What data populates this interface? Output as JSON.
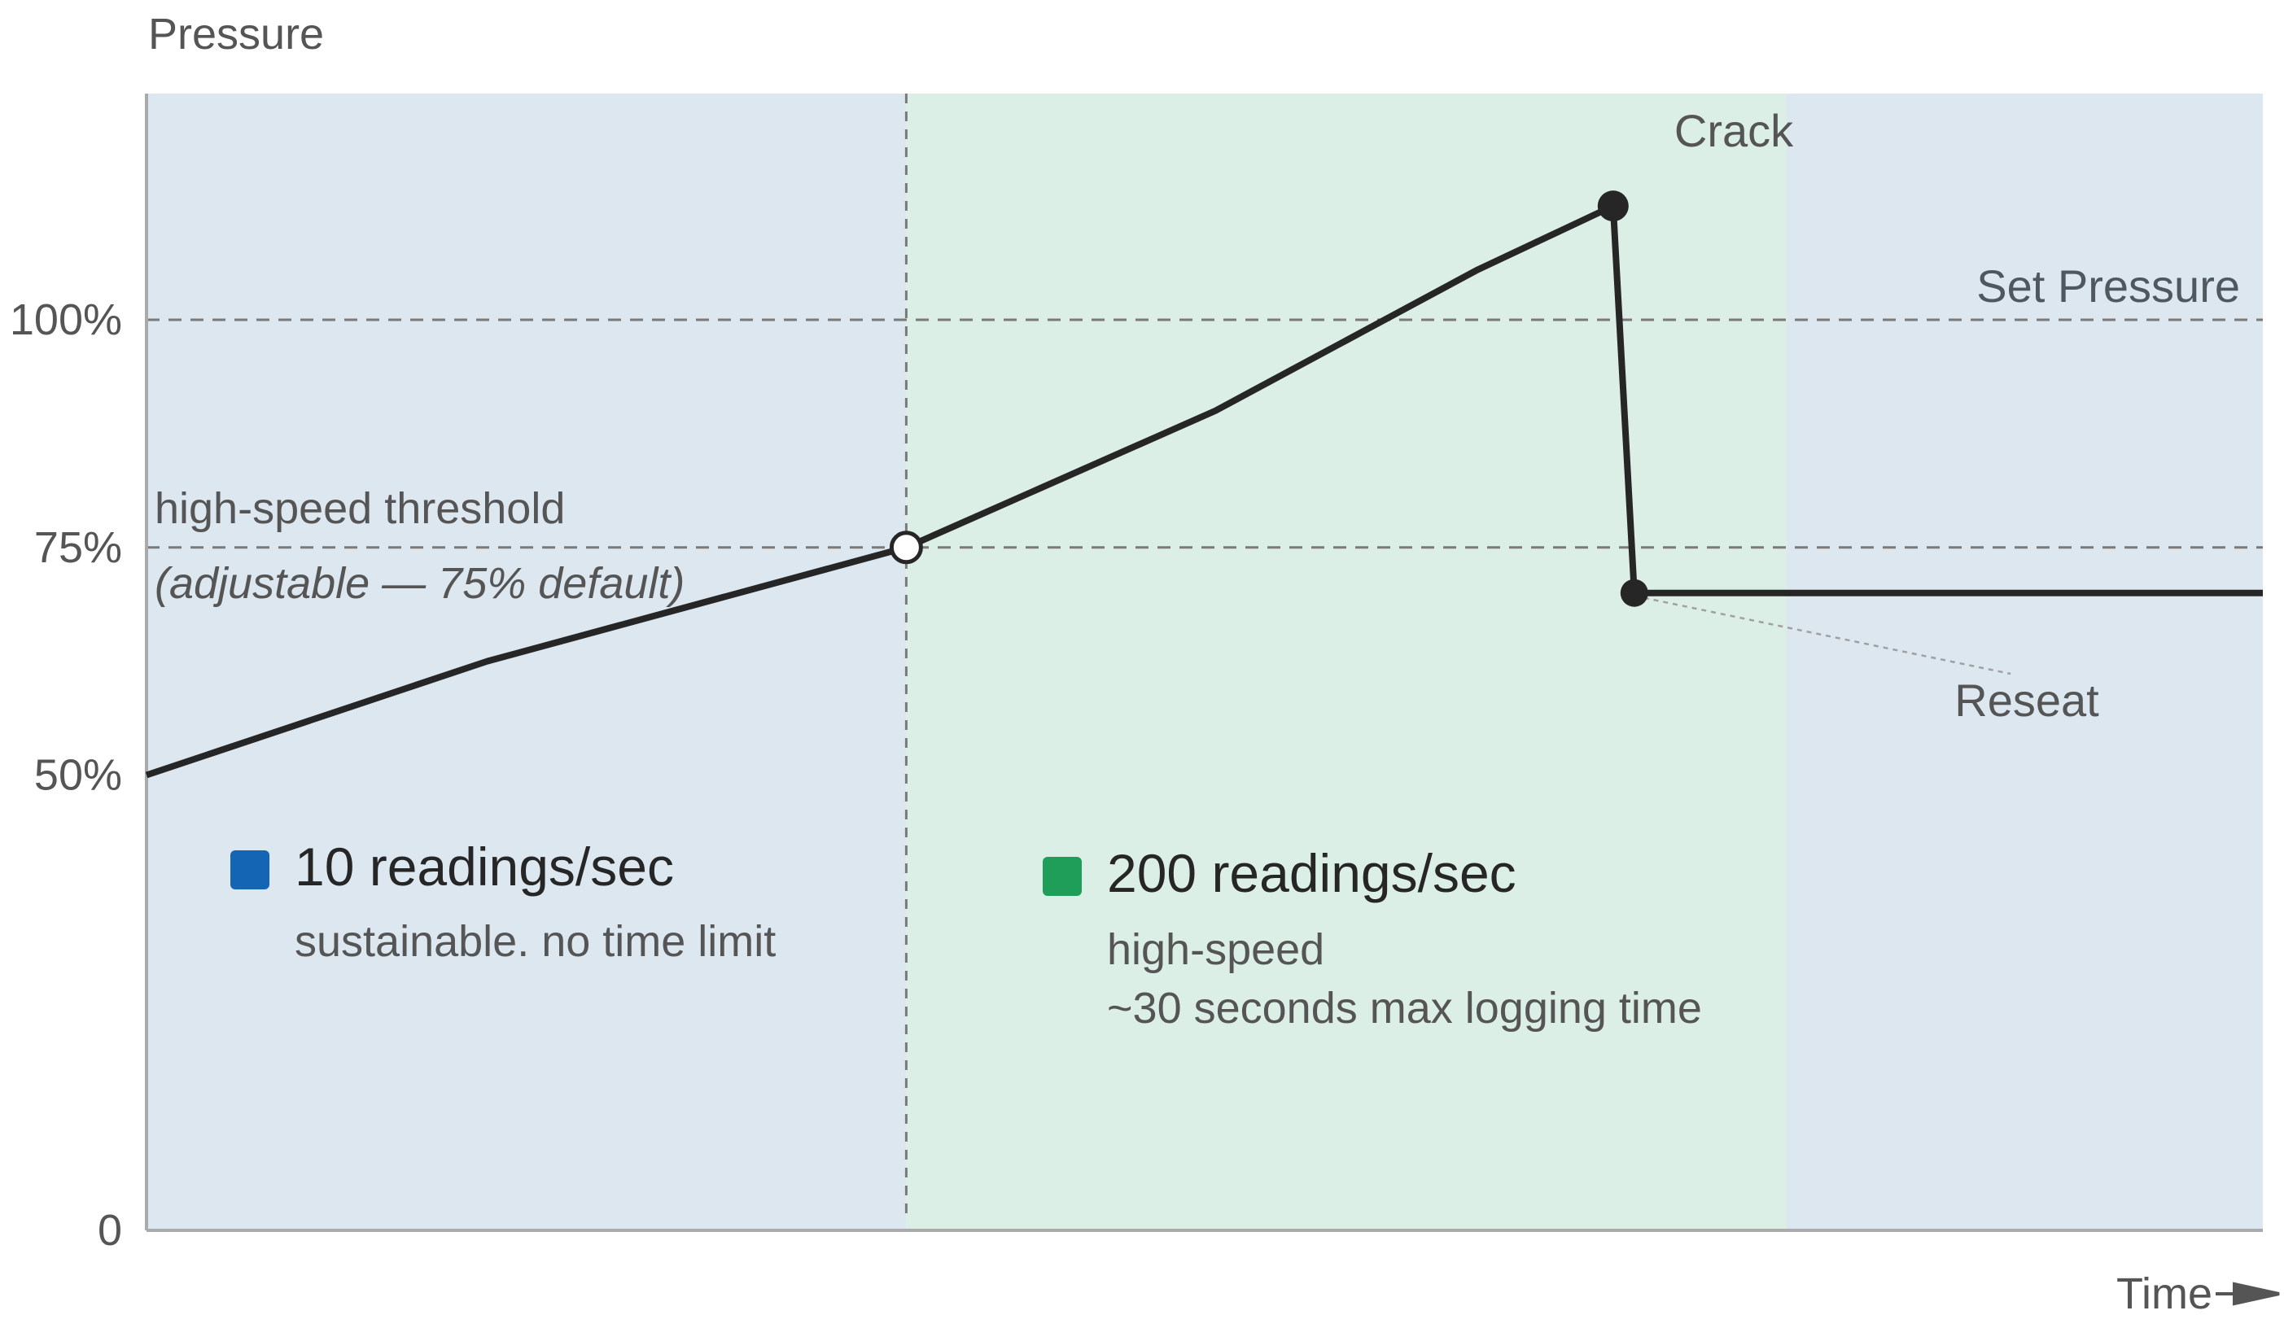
{
  "chart_data": {
    "type": "line",
    "ylabel": "Pressure",
    "xlabel": "Time",
    "ylim": [
      0,
      126
    ],
    "xlim": [
      0,
      100
    ],
    "y_ticks": [
      {
        "value": 0,
        "label": "0"
      },
      {
        "value": 50,
        "label": "50%"
      },
      {
        "value": 75,
        "label": "75%"
      },
      {
        "value": 100,
        "label": "100%"
      }
    ],
    "series": [
      {
        "values": [
          {
            "x": 0,
            "y": 50
          },
          {
            "x": 16.1,
            "y": 62.5
          },
          {
            "x": 35.9,
            "y": 75
          },
          {
            "x": 50.5,
            "y": 90
          },
          {
            "x": 62.9,
            "y": 105.5
          },
          {
            "x": 69.3,
            "y": 112.5
          },
          {
            "x": 70.3,
            "y": 70
          },
          {
            "x": 100,
            "y": 70
          }
        ]
      }
    ],
    "regions": [
      {
        "x_start": 0,
        "x_end": 35.9,
        "color": "#dce7f0",
        "label": "10 readings/sec",
        "description": "sustainable. no time limit",
        "legend_color": "#1565b5"
      },
      {
        "x_start": 35.9,
        "x_end": 77.5,
        "color": "#dcefe6",
        "label": "200 readings/sec",
        "description": [
          "high-speed",
          "~30 seconds max logging time"
        ],
        "legend_color": "#1f9e5a"
      },
      {
        "x_start": 77.5,
        "x_end": 100,
        "color": "#dce7f0"
      }
    ],
    "reference_lines": [
      {
        "axis": "y",
        "value": 100,
        "label": "Set Pressure"
      },
      {
        "axis": "y",
        "value": 75,
        "label": "high-speed threshold",
        "sublabel": "(adjustable — 75% default)"
      },
      {
        "axis": "x",
        "value": 35.9
      }
    ],
    "annotations": [
      {
        "label": "Crack",
        "x": 69.3,
        "y": 112.5,
        "marker": "filled"
      },
      {
        "label": "Reseat",
        "x": 70.3,
        "y": 70,
        "marker": "filled"
      },
      {
        "x": 35.9,
        "y": 75,
        "marker": "open"
      }
    ],
    "grid": false,
    "colors": {
      "line": "#262626",
      "reference": "#7a7a7a",
      "text": "#555555",
      "axis": "#aaaaaa"
    }
  }
}
